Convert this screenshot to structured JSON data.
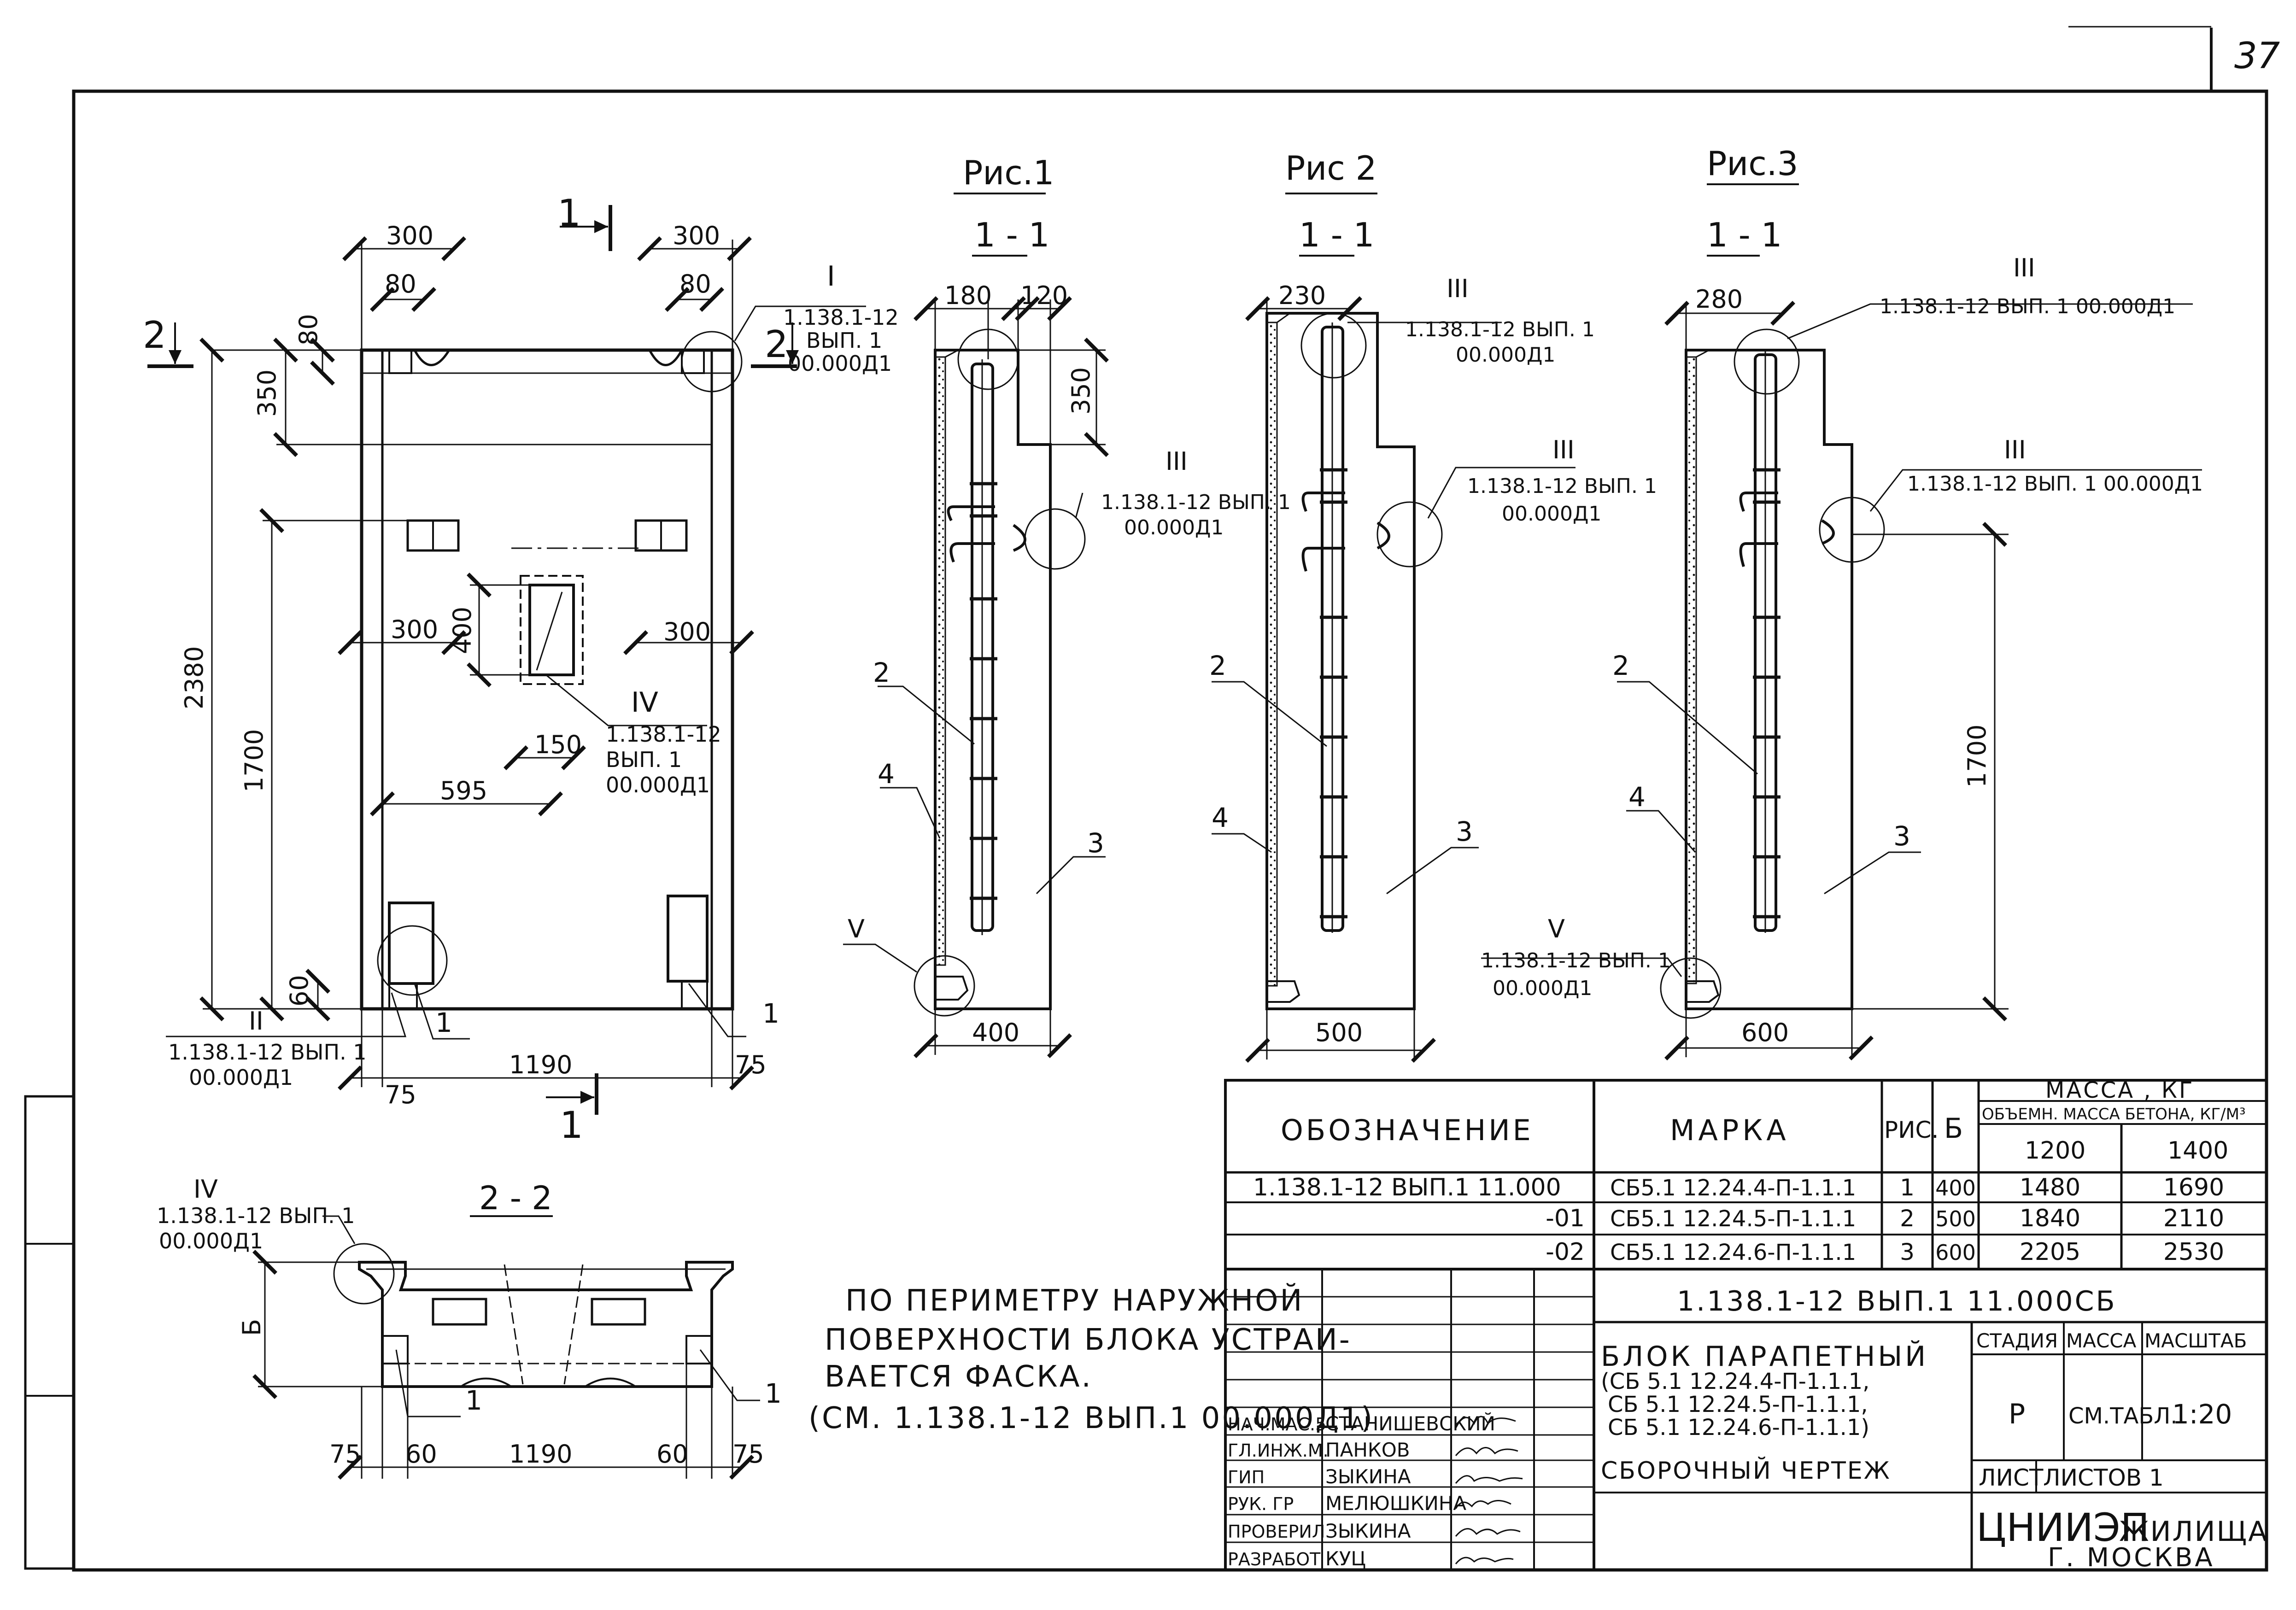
{
  "page_number": "37",
  "figures": {
    "fig1": {
      "title": "Рис.1",
      "section": "1 - 1"
    },
    "fig2": {
      "title": "Рис 2",
      "section": "1 - 1"
    },
    "fig3": {
      "title": "Рис.3",
      "section": "1 - 1"
    }
  },
  "view2_title": "2 - 2",
  "section_marks": {
    "s1": "1",
    "s2": "2"
  },
  "dims": {
    "d300": "300",
    "d80": "80",
    "d350": "350",
    "d2380": "2380",
    "d1700": "1700",
    "d400": "400",
    "d150": "150",
    "d595": "595",
    "d60": "60",
    "d1190": "1190",
    "d75": "75",
    "d180": "180",
    "d120": "120",
    "d230": "230",
    "d280": "280",
    "d500": "500",
    "d600": "600",
    "dB": "Б"
  },
  "nodes": {
    "I": "I",
    "II": "II",
    "III": "III",
    "IV": "IV",
    "V": "V",
    "ref1": "1.138.1-12",
    "ref2": "ВЫП. 1",
    "ref3": "00.000Д1",
    "ref_full": "1.138.1-12 ВЫП. 1 00.000Д1",
    "ref_line": "1.138.1-12 ВЫП. 1"
  },
  "positions": {
    "p1": "1",
    "p2": "2",
    "p3": "3",
    "p4": "4"
  },
  "note": [
    "ПО ПЕРИМЕТРУ НАРУЖНОЙ",
    "ПОВЕРХНОСТИ БЛОКА УСТРАИ-",
    "ВАЕТСЯ ФАСКА.",
    "(СМ. 1.138.1-12 ВЫП.1 00.000Д1)"
  ],
  "spec_table": {
    "col_designation": "ОБОЗНАЧЕНИЕ",
    "col_mark": "МАРКА",
    "col_fig": "РИС.",
    "col_b": "Б",
    "col_mass": "МАССА , КГ",
    "col_density": "ОБЪЕМН. МАССА БЕТОНА, КГ/М³",
    "density_1": "1200",
    "density_2": "1400",
    "rows": [
      {
        "designation": "1.138.1-12 ВЫП.1 11.000",
        "mark": "СБ5.1 12.24.4-П-1.1.1",
        "fig": "1",
        "b": "400",
        "m1": "1480",
        "m2": "1690"
      },
      {
        "designation": "-01",
        "mark": "СБ5.1 12.24.5-П-1.1.1",
        "fig": "2",
        "b": "500",
        "m1": "1840",
        "m2": "2110"
      },
      {
        "designation": "-02",
        "mark": "СБ5.1 12.24.6-П-1.1.1",
        "fig": "3",
        "b": "600",
        "m1": "2205",
        "m2": "2530"
      }
    ]
  },
  "title_block": {
    "doc_code": "1.138.1-12 ВЫП.1 11.000СБ",
    "name_lines": [
      "БЛОК ПАРАПЕТНЫЙ",
      "(СБ 5.1 12.24.4-П-1.1.1,",
      "СБ 5.1 12.24.5-П-1.1.1,",
      "СБ 5.1 12.24.6-П-1.1.1)",
      "СБОРОЧНЫЙ ЧЕРТЕЖ"
    ],
    "stage_label": "СТАДИЯ",
    "mass_label": "МАССА",
    "scale_label": "МАСШТАБ",
    "stage": "Р",
    "mass": "СМ.ТАБЛ.",
    "scale": "1:20",
    "sheet_label": "ЛИСТ",
    "sheets_label": "ЛИСТОВ 1",
    "org": "ЦНИИЭП",
    "org2": "ЖИЛИЩА",
    "city": "Г. МОСКВА",
    "signers": [
      {
        "role": "НАЧ.МАС.5",
        "name": "СТАНИШЕВСКИЙ"
      },
      {
        "role": "ГЛ.ИНЖ.М.",
        "name": "ПАНКОВ"
      },
      {
        "role": "ГИП",
        "name": "ЗЫКИНА"
      },
      {
        "role": "РУК. ГР",
        "name": "МЕЛЮШКИНА"
      },
      {
        "role": "ПРОВЕРИЛ",
        "name": "ЗЫКИНА"
      },
      {
        "role": "РАЗРАБОТ",
        "name": "КУЦ"
      }
    ]
  }
}
